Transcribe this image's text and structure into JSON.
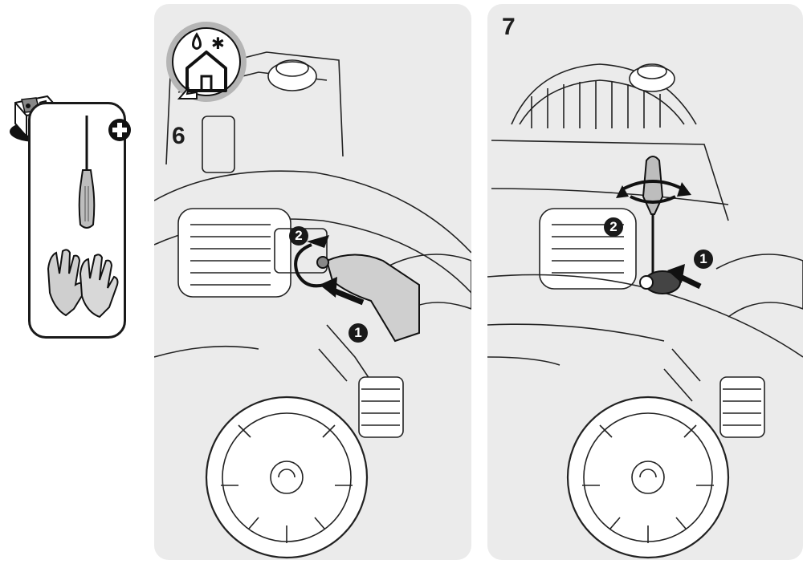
{
  "steps": [
    {
      "number": "6",
      "callouts": [
        "1",
        "2"
      ]
    },
    {
      "number": "7",
      "callouts": [
        "1",
        "2"
      ]
    }
  ],
  "icons": {
    "indoor_storage": "house-with-water-and-snowflake-icon",
    "toolbox": "toolbox-icon",
    "screwdriver": "phillips-screwdriver-icon",
    "phillips": "phillips-plus-icon",
    "gloves": "work-gloves-icon"
  },
  "colors": {
    "panel_bg": "#ebebeb",
    "line": "#1a1a1a",
    "tool_fill": "#bdbdbd"
  }
}
